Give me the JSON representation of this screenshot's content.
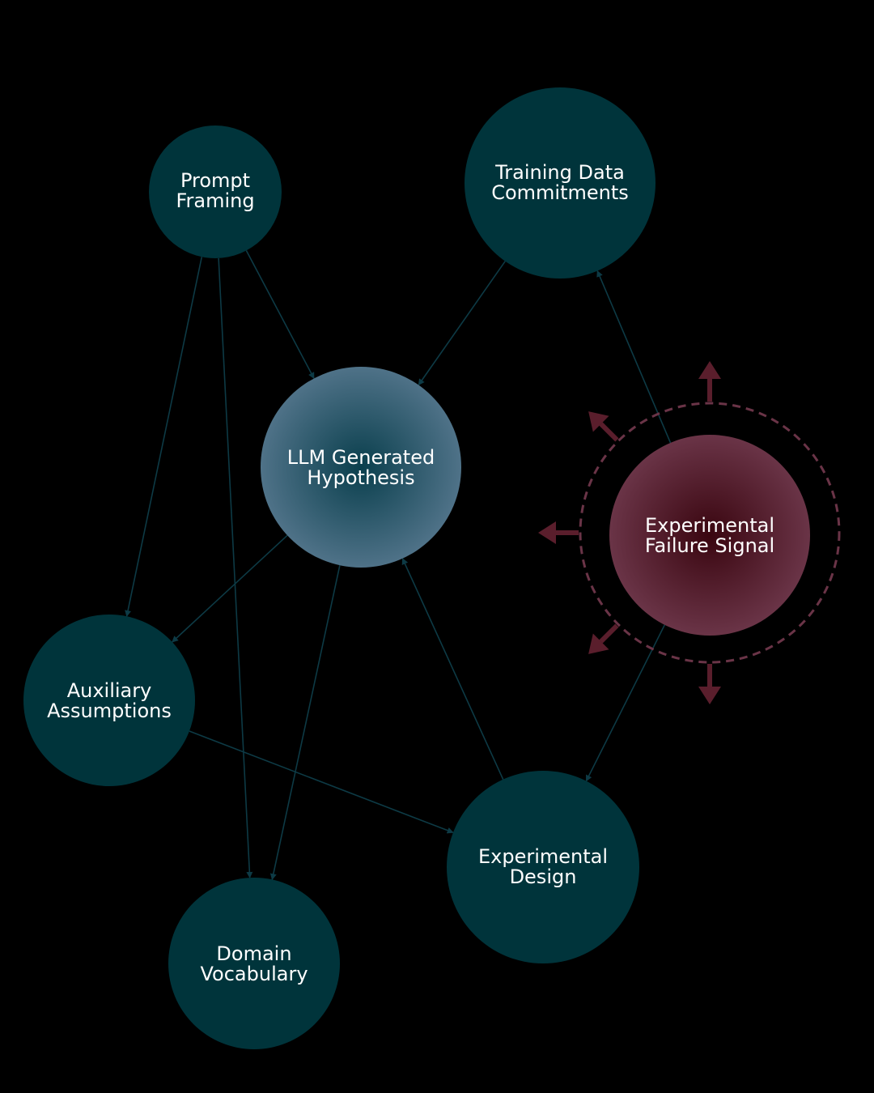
{
  "diagram": {
    "colors": {
      "background": "#000000",
      "node_fill": "#00343b",
      "center_gradient_inner": "#0a3f4d",
      "center_gradient_outer": "#4f7288",
      "failure_gradient_inner": "#3a0610",
      "failure_gradient_outer": "#6a3447",
      "failure_ring": "#6a3447",
      "failure_arrows": "#5a1e2c",
      "edge": "#0d3a45",
      "label": "#ffffff"
    },
    "nodes": [
      {
        "id": "prompt_framing",
        "lines": [
          "Prompt",
          "Framing"
        ],
        "style": "default"
      },
      {
        "id": "training_data",
        "lines": [
          "Training Data",
          "Commitments"
        ],
        "style": "default"
      },
      {
        "id": "llm_hypothesis",
        "lines": [
          "LLM Generated",
          "Hypothesis"
        ],
        "style": "center"
      },
      {
        "id": "failure_signal",
        "lines": [
          "Experimental",
          "Failure Signal"
        ],
        "style": "failure"
      },
      {
        "id": "auxiliary",
        "lines": [
          "Auxiliary",
          "Assumptions"
        ],
        "style": "default"
      },
      {
        "id": "experimental_design",
        "lines": [
          "Experimental",
          "Design"
        ],
        "style": "default"
      },
      {
        "id": "domain_vocab",
        "lines": [
          "Domain",
          "Vocabulary"
        ],
        "style": "default"
      }
    ],
    "edges": [
      {
        "from": "prompt_framing",
        "to": "llm_hypothesis"
      },
      {
        "from": "prompt_framing",
        "to": "auxiliary"
      },
      {
        "from": "prompt_framing",
        "to": "domain_vocab"
      },
      {
        "from": "training_data",
        "to": "llm_hypothesis"
      },
      {
        "from": "failure_signal",
        "to": "training_data"
      },
      {
        "from": "failure_signal",
        "to": "experimental_design"
      },
      {
        "from": "llm_hypothesis",
        "to": "auxiliary"
      },
      {
        "from": "llm_hypothesis",
        "to": "domain_vocab"
      },
      {
        "from": "experimental_design",
        "to": "llm_hypothesis"
      },
      {
        "from": "auxiliary",
        "to": "experimental_design"
      }
    ]
  }
}
